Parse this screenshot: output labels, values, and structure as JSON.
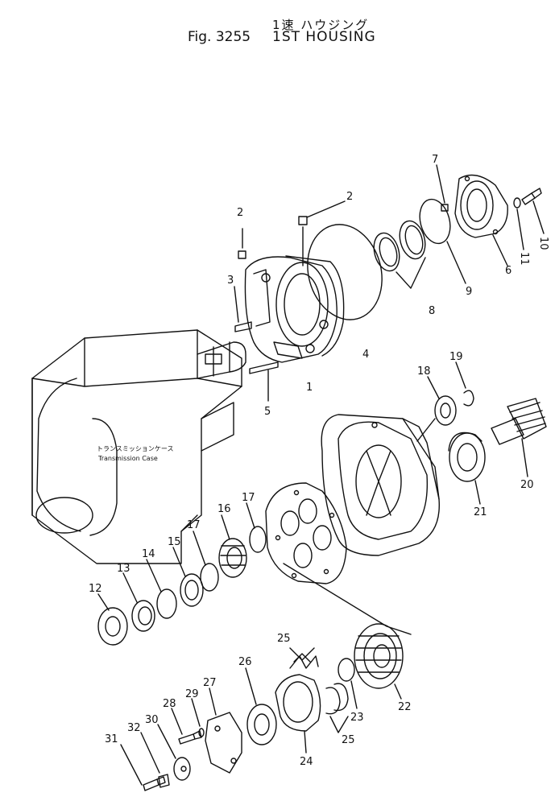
{
  "header": {
    "title_jp": "1速 ハウジング",
    "figure_no": "Fig. 3255",
    "title_en": "1ST HOUSING"
  },
  "case_label": {
    "jp": "トランスミッションケース",
    "en": "Transmission Case"
  },
  "callouts": [
    "1",
    "2",
    "2",
    "3",
    "4",
    "5",
    "6",
    "7",
    "8",
    "9",
    "10",
    "11",
    "12",
    "13",
    "14",
    "15",
    "16",
    "17",
    "17",
    "18",
    "19",
    "20",
    "21",
    "22",
    "23",
    "24",
    "25",
    "25",
    "26",
    "27",
    "28",
    "29",
    "30",
    "31",
    "32"
  ]
}
